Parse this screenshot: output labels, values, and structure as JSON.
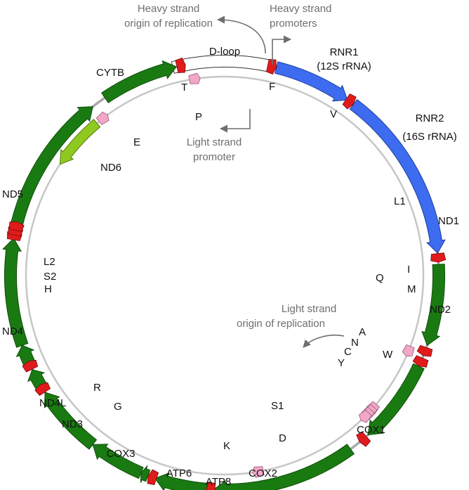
{
  "colors": {
    "heavy_gene": "#1a7a12",
    "light_gene": "#8fc91f",
    "rrna": "#3d6cf0",
    "trna_heavy": "#e01b1b",
    "trna_light": "#f2a7c7",
    "noncoding": "#a9a9a9",
    "dloop_fill": "#ffffff",
    "annotation": "#6e6e6e"
  },
  "genes": {
    "dloop": "D-loop",
    "rnr1": [
      "RNR1",
      "(12S rRNA)"
    ],
    "rnr2": [
      "RNR2",
      "(16S rRNA)"
    ],
    "nd1": "ND1",
    "nd2": "ND2",
    "cox1": "COX1",
    "cox2": "COX2",
    "atp8": "ATP8",
    "atp6": "ATP6",
    "cox3": "COX3",
    "nd3": "ND3",
    "nd4l": "ND4L",
    "nd4": "ND4",
    "nd5": "ND5",
    "nd6": "ND6",
    "cytb": "CYTB"
  },
  "trnas": {
    "f": "F",
    "v": "V",
    "l1": "L1",
    "i": "I",
    "q": "Q",
    "m": "M",
    "w": "W",
    "a": "A",
    "n": "N",
    "c": "C",
    "y": "Y",
    "s1": "S1",
    "d": "D",
    "k": "K",
    "g": "G",
    "r": "R",
    "h": "H",
    "s2": "S2",
    "l2": "L2",
    "e": "E",
    "t": "T",
    "p": "P"
  },
  "annotations": {
    "heavy_origin": [
      "Heavy strand",
      "origin of replication"
    ],
    "heavy_promoters": [
      "Heavy strand",
      "promoters"
    ],
    "light_promoter": [
      "Light strand",
      "promoter"
    ],
    "light_origin": [
      "Light strand",
      "origin of replication"
    ]
  }
}
